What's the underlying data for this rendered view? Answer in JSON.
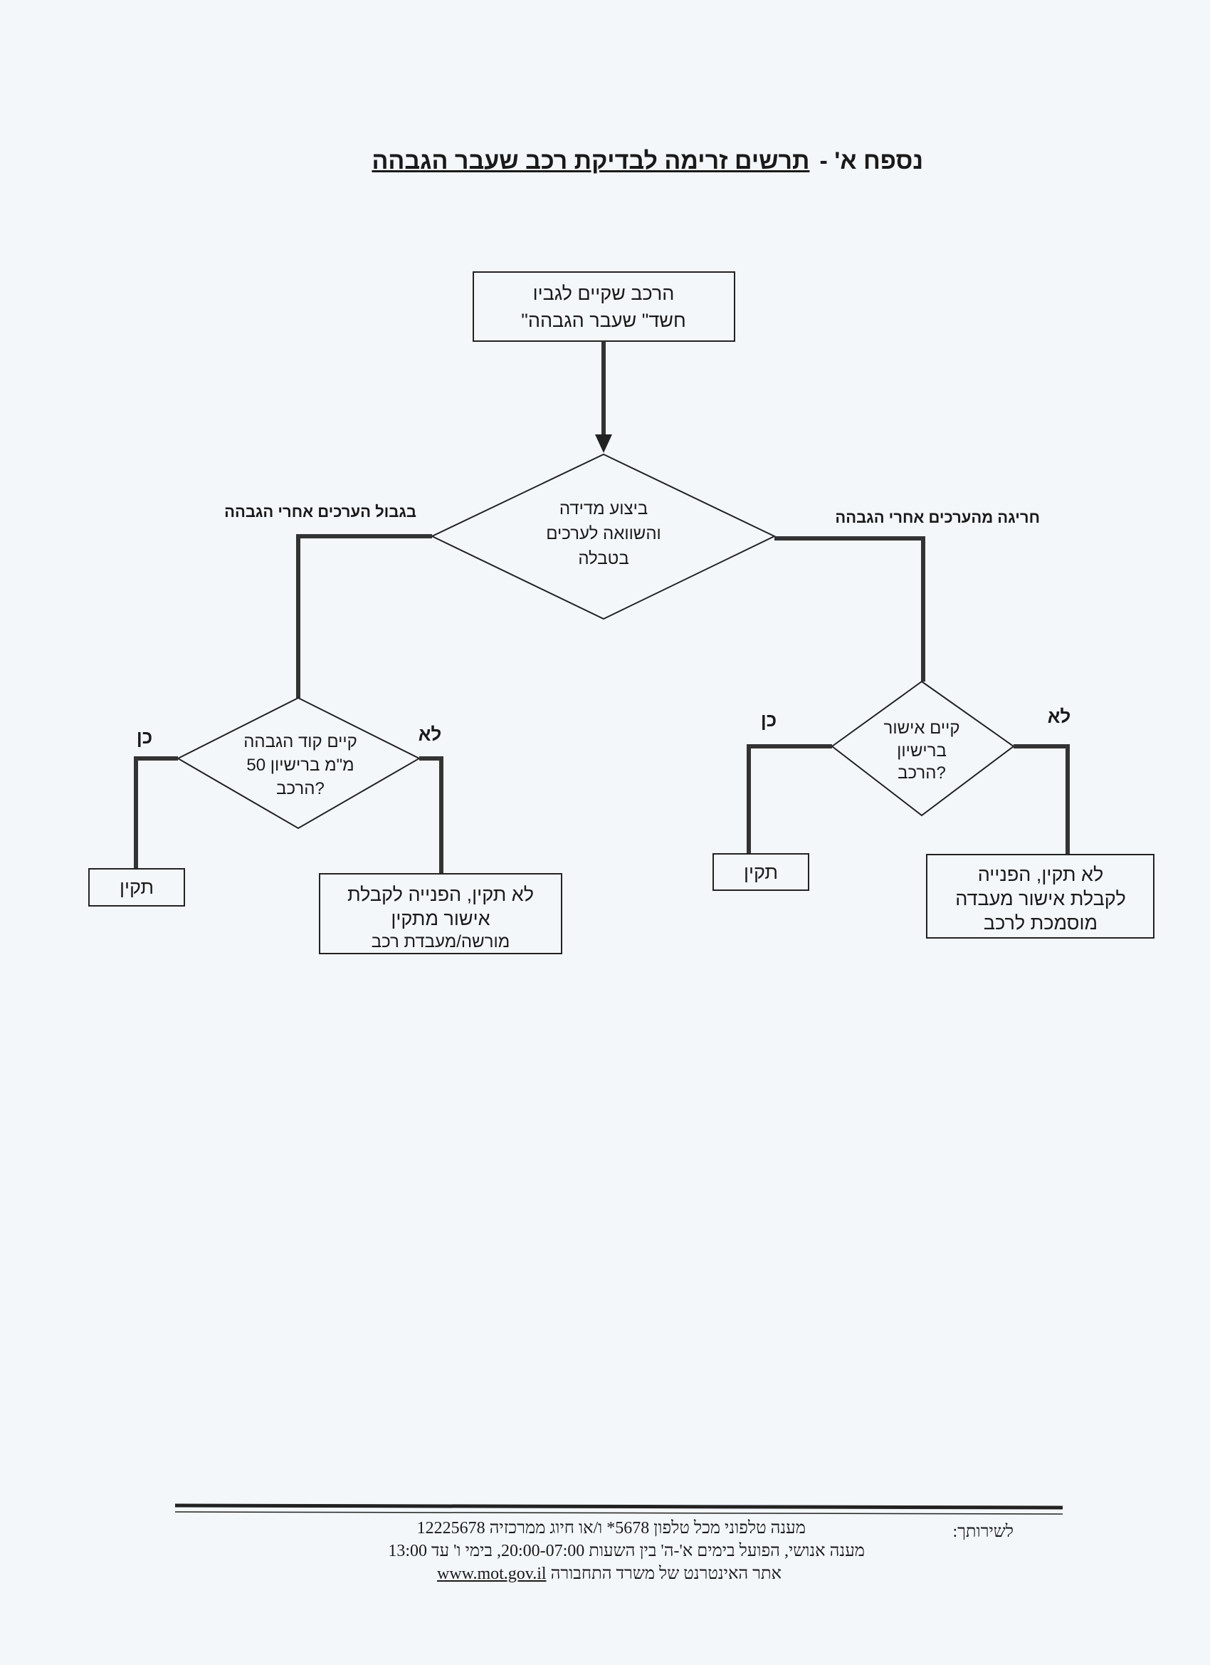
{
  "title": {
    "prefix": "נספח א' -",
    "main": "תרשים זרימה לבדיקת רכב שעבר הגבהה"
  },
  "start_box": {
    "line1": "הרכב שקיים לגביו",
    "line2": "\"חשד\" שעבר הגבהה"
  },
  "main_decision": {
    "line1": "ביצוע מדידה",
    "line2": "והשוואה לערכים",
    "line3": "בטבלה",
    "left_label": "בגבול הערכים אחרי הגבהה",
    "right_label": "חריגה מהערכים אחרי הגבהה"
  },
  "left_decision": {
    "line1": "קיים קוד הגבהה",
    "line2": "50 מ\"מ ברישיון",
    "line3": "הרכב?",
    "yes_label": "כן",
    "no_label": "לא",
    "yes_box": "תקין",
    "no_box": {
      "line1": "לא תקין, הפנייה לקבלת",
      "line2": "אישור מתקין",
      "line3": "מורשה/מעבדת רכב"
    }
  },
  "right_decision": {
    "line1": "קיים אישור",
    "line2": "ברישיון",
    "line3": "הרכב?",
    "yes_label": "כן",
    "no_label": "לא",
    "yes_box": "תקין",
    "no_box": {
      "line1": "לא תקין, הפנייה",
      "line2": "לקבלת אישור מעבדה",
      "line3": "מוסמכת לרכב"
    }
  },
  "footer": {
    "label": "לשירותך:",
    "line1": "מענה טלפוני מכל טלפון 5678* ו/או חיוג ממרכזיה 12225678",
    "line2": "מענה אנושי, הפועל בימים א'-ה' בין השעות 20:00-07:00, בימי ו' עד 13:00",
    "line3_text": "אתר האינטרנט של משרד התחבורה",
    "website": "www.mot.gov.il"
  }
}
